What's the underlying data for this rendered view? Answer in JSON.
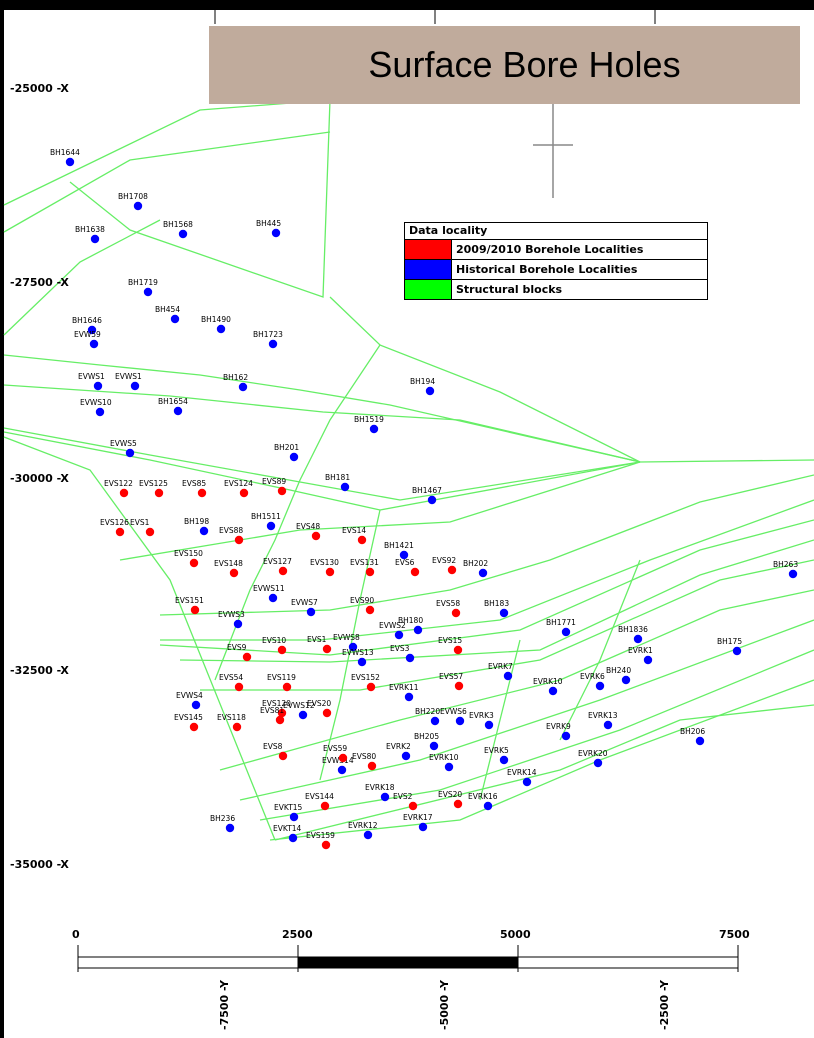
{
  "title": "Surface Bore Holes",
  "y_axis_labels": [
    "-25000 -X",
    "-27500 -X",
    "-30000 -X",
    "-32500 -X",
    "-35000 -X"
  ],
  "x_axis_labels": [
    "-7500 -Y",
    "-5000 -Y",
    "-2500 -Y"
  ],
  "scale_bar": {
    "labels": [
      "0",
      "2500",
      "5000",
      "7500"
    ]
  },
  "legend": {
    "title": "Data locality",
    "items": [
      {
        "label": "2009/2010 Borehole Localities",
        "color": "#ff0000"
      },
      {
        "label": "Historical Borehole Localities",
        "color": "#0000ff"
      },
      {
        "label": "Structural blocks",
        "color": "#00ff00"
      }
    ]
  },
  "colors": {
    "recent": "#ff0000",
    "historical": "#0000ff",
    "blocks": "#66ee66",
    "title_bg": "#c0ab9c"
  },
  "boreholes": {
    "historical": [
      "BH1644",
      "BH1708",
      "BH1638",
      "BH1568",
      "BH445",
      "BH1719",
      "BH454",
      "BH1490",
      "BH1646",
      "EVW59",
      "BH1723",
      "EVWS1",
      "EVWS1",
      "BH162",
      "BH194",
      "EVWS10",
      "BH1654",
      "BH1519",
      "EVWS5",
      "BH201",
      "BH181",
      "BH1467",
      "BH198",
      "BH1511",
      "BH1421",
      "BH202",
      "BH263",
      "EVWS11",
      "EVWS3",
      "EVWS7",
      "BH183",
      "BH1771",
      "BH1836",
      "BH175",
      "EVWS2",
      "EVS3",
      "BH180",
      "EVWS8",
      "EVRK1",
      "EVWS13",
      "EVRK7",
      "EVRK10",
      "EVRK6",
      "BH240",
      "EVWS4",
      "EVWS12",
      "EVRK11",
      "BH220",
      "EVRK3",
      "EVRK13",
      "EVWS6",
      "BH205",
      "EVRK9",
      "BH206",
      "EVRK2",
      "EVRK5",
      "EVRK20",
      "EVWS14",
      "EVRK10",
      "EVRK14",
      "EVRK18",
      "EVRK16",
      "BH236",
      "EVKT15",
      "EVKT14",
      "EVRK12",
      "EVRK17"
    ],
    "recent": [
      "EVS122",
      "EVS125",
      "EVS85",
      "EVS124",
      "EVS89",
      "EVS126",
      "EVS1",
      "EVS88",
      "EVS48",
      "EVS14",
      "EVS150",
      "EVS148",
      "EVS127",
      "EVS130",
      "EVS131",
      "EVS6",
      "EVS92",
      "EVS151",
      "EVS90",
      "EVS58",
      "EVS10",
      "EVS1",
      "EVS15",
      "EVS9",
      "EVS54",
      "EVS119",
      "EVS152",
      "EVS57",
      "EVS145",
      "EVS118",
      "EVS120",
      "EVS20",
      "EVS8",
      "EVS80",
      "EVS2",
      "EVS20",
      "EVS144",
      "EVS159",
      "EVS81",
      "EVS59"
    ]
  }
}
